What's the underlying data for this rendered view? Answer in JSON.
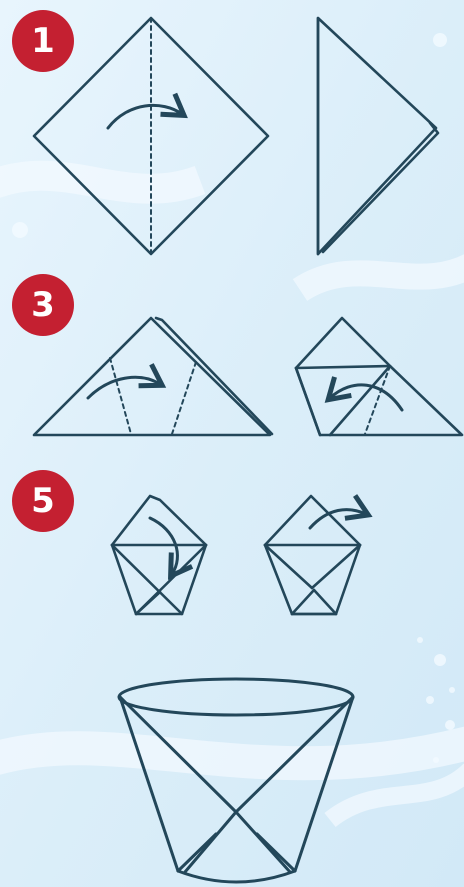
{
  "diagram": {
    "steps": [
      {
        "number": "1"
      },
      {
        "number": "3"
      },
      {
        "number": "5"
      }
    ]
  },
  "colors": {
    "background": "#dff0fa",
    "background_light": "#f3faff",
    "line": "#23475a",
    "badge": "#c42031",
    "badge_text": "#ffffff"
  }
}
